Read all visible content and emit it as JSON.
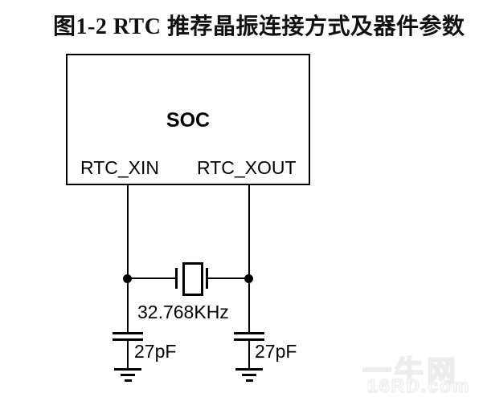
{
  "page": {
    "background": "#ffffff",
    "title": "图1-2 RTC 推荐晶振连接方式及器件参数"
  },
  "diagram": {
    "soc": {
      "label": "SOC",
      "pins": [
        {
          "name": "RTC_XIN"
        },
        {
          "name": "RTC_XOUT"
        }
      ]
    },
    "crystal": {
      "frequency": "32.768KHz"
    },
    "capacitors": [
      {
        "value": "27pF",
        "ground": "earth"
      },
      {
        "value": "27pF",
        "ground": "earth"
      }
    ],
    "colors": {
      "line": "#000000",
      "text": "#000000",
      "watermark": "#eeeeee"
    }
  },
  "watermark": {
    "site_name": "一牛网",
    "site_url": "16RD.com"
  }
}
